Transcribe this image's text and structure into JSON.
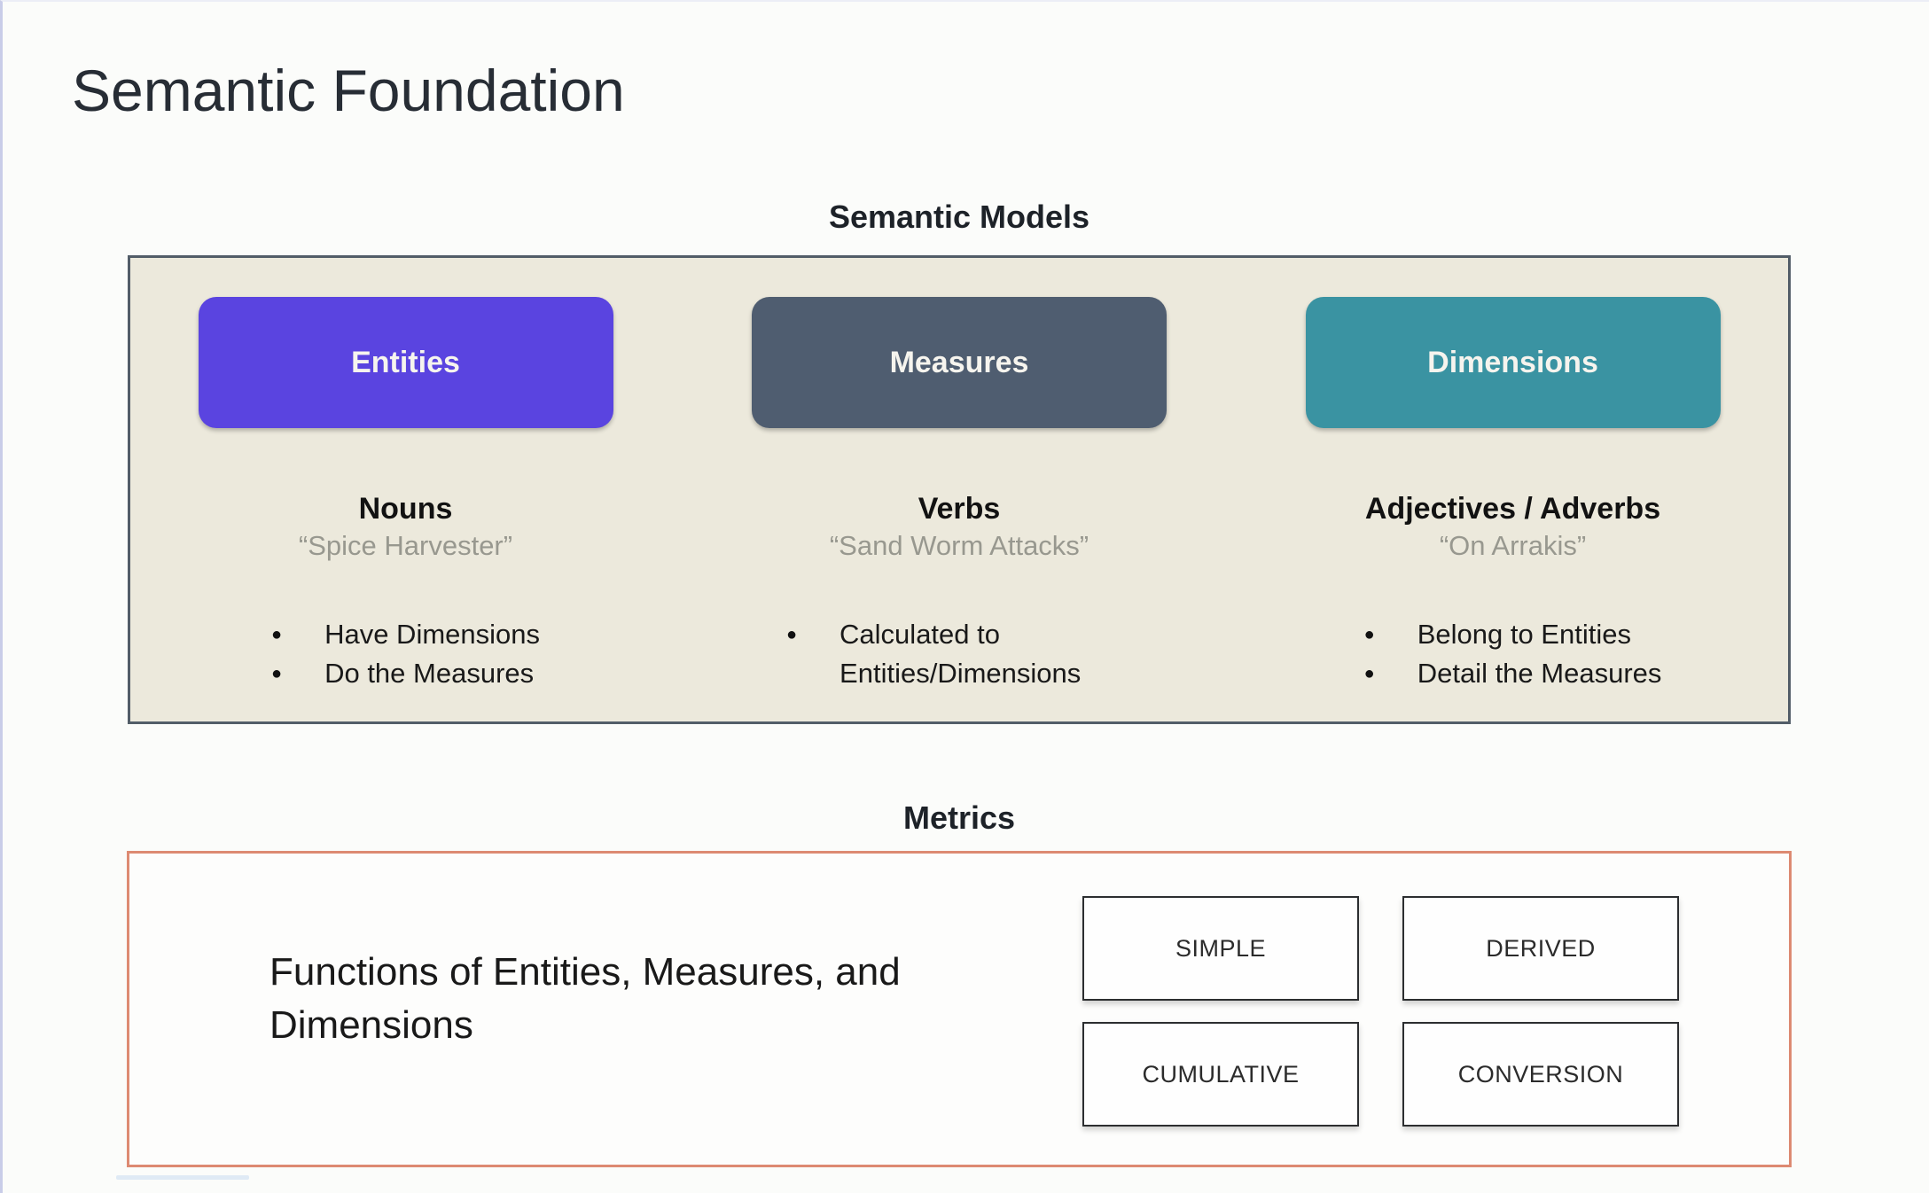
{
  "page": {
    "title": "Semantic Foundation"
  },
  "semantic_models": {
    "heading": "Semantic Models",
    "panel_bg": "#ece9dc",
    "panel_border": "#525d68",
    "columns": [
      {
        "box_label": "Entities",
        "box_color": "#5a44e0",
        "subheading": "Nouns",
        "quote": "“Spice Harvester”",
        "bullets": [
          "Have Dimensions",
          "Do the Measures"
        ]
      },
      {
        "box_label": "Measures",
        "box_color": "#4f5d70",
        "subheading": "Verbs",
        "quote": "“Sand Worm Attacks”",
        "bullets": [
          "Calculated to Entities/Dimensions"
        ]
      },
      {
        "box_label": "Dimensions",
        "box_color": "#3a93a2",
        "subheading": "Adjectives / Adverbs",
        "quote": "“On Arrakis”",
        "bullets": [
          "Belong to Entities",
          "Detail the Measures"
        ]
      }
    ]
  },
  "metrics": {
    "heading": "Metrics",
    "border_color": "#dd8a72",
    "description": "Functions of Entities, Measures, and Dimensions",
    "types": [
      "SIMPLE",
      "DERIVED",
      "CUMULATIVE",
      "CONVERSION"
    ]
  }
}
